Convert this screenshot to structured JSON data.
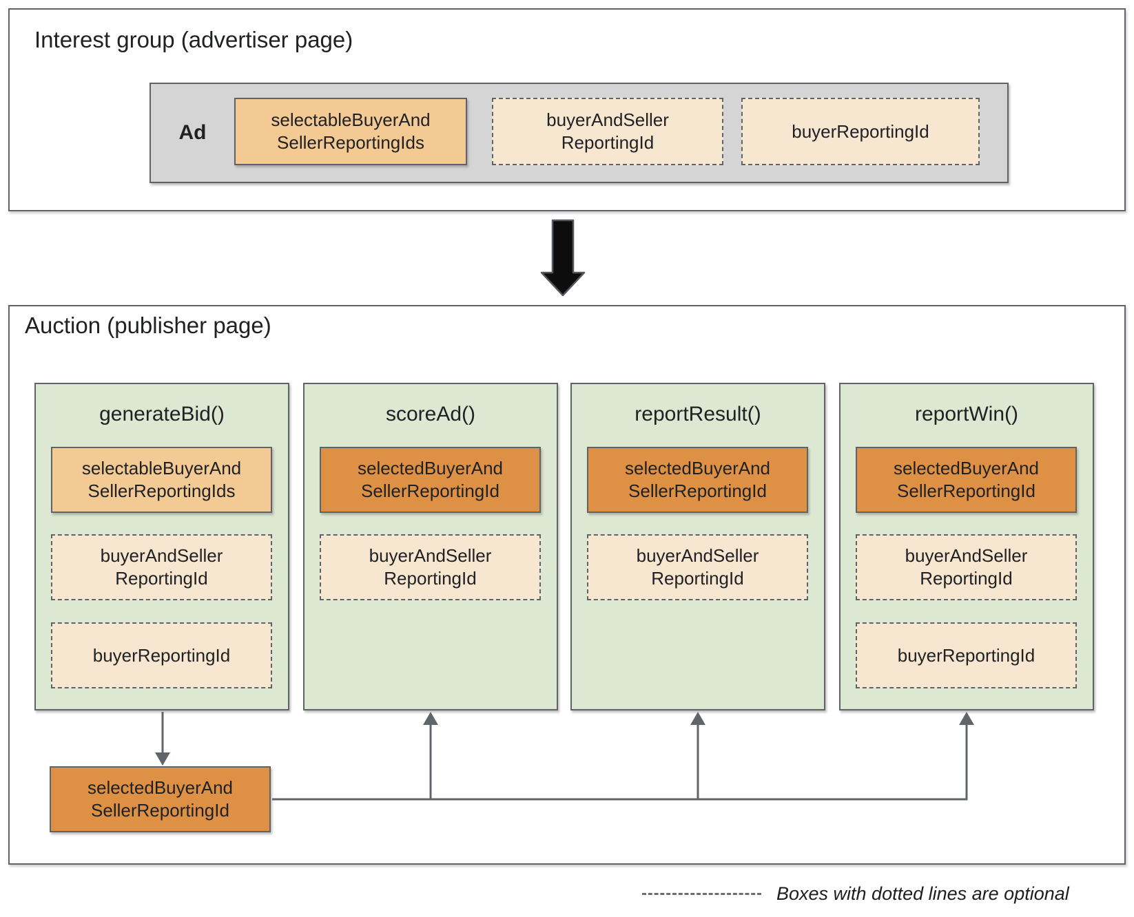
{
  "colors": {
    "light-orange": "#f3c994",
    "dark-orange": "#de9144",
    "cream": "#f8e7d0",
    "green": "#dce8d2",
    "gray": "#d5d5d6",
    "border": "#5f6368",
    "line": "#616569",
    "text": "#202124"
  },
  "interest_group": {
    "title": "Interest group (advertiser page)",
    "ad_label": "Ad",
    "boxes": [
      {
        "label": "selectableBuyerAnd SellerReportingIds",
        "style": "solid-light"
      },
      {
        "label": "buyerAndSeller ReportingId",
        "style": "dashed"
      },
      {
        "label": "buyerReportingId",
        "style": "dashed"
      }
    ]
  },
  "auction": {
    "title": "Auction (publisher page)",
    "columns": [
      {
        "title": "generateBid()",
        "boxes": [
          {
            "label": "selectableBuyerAnd SellerReportingIds",
            "style": "solid-light"
          },
          {
            "label": "buyerAndSeller ReportingId",
            "style": "dashed"
          },
          {
            "label": "buyerReportingId",
            "style": "dashed"
          }
        ]
      },
      {
        "title": "scoreAd()",
        "boxes": [
          {
            "label": "selectedBuyerAnd SellerReportingId",
            "style": "solid-dark"
          },
          {
            "label": "buyerAndSeller ReportingId",
            "style": "dashed"
          }
        ]
      },
      {
        "title": "reportResult()",
        "boxes": [
          {
            "label": "selectedBuyerAnd SellerReportingId",
            "style": "solid-dark"
          },
          {
            "label": "buyerAndSeller ReportingId",
            "style": "dashed"
          }
        ]
      },
      {
        "title": "reportWin()",
        "boxes": [
          {
            "label": "selectedBuyerAnd SellerReportingId",
            "style": "solid-dark"
          },
          {
            "label": "buyerAndSeller ReportingId",
            "style": "dashed"
          },
          {
            "label": "buyerReportingId",
            "style": "dashed"
          }
        ]
      }
    ],
    "selected_box": {
      "label": "selectedBuyerAnd SellerReportingId"
    }
  },
  "legend": {
    "text": "Boxes with dotted lines are optional"
  }
}
